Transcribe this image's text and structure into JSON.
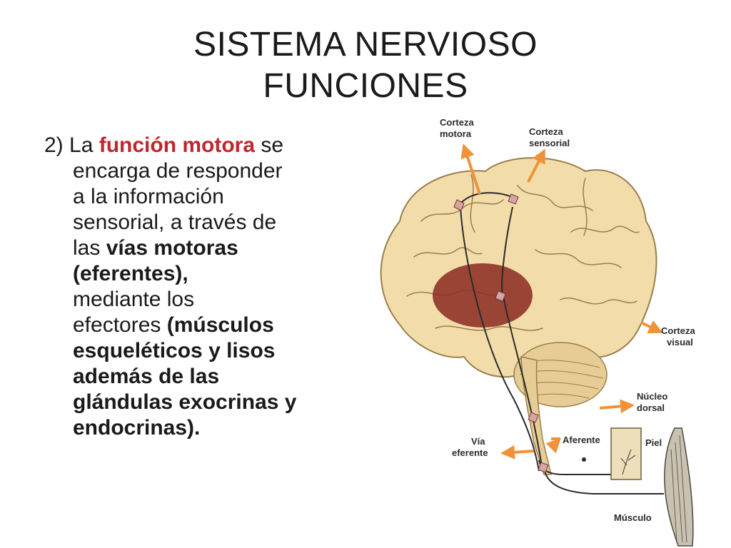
{
  "slide": {
    "title_line1": "SISTEMA NERVIOSO",
    "title_line2": "FUNCIONES"
  },
  "body": {
    "l1_a": "2) La ",
    "l1_b": "función motora",
    "l1_c": " se",
    "l2": "encarga de responder",
    "l3": "a la información",
    "l4": "sensorial, a través de",
    "l5_a": "las ",
    "l5_b": "vías motoras",
    "l6": "(eferentes),",
    "l7": "mediante los",
    "l8_a": "efectores ",
    "l8_b": "(músculos",
    "l9": "esqueléticos y lisos",
    "l10": "además de las",
    "l11": "glándulas exocrinas y",
    "l12": "endocrinas)."
  },
  "diagram": {
    "corteza_motora_1": "Corteza",
    "corteza_motora_2": "motora",
    "corteza_sensorial_1": "Corteza",
    "corteza_sensorial_2": "sensorial",
    "corteza_visual_1": "Corteza",
    "corteza_visual_2": "visual",
    "nucleo_dorsal_1": "Núcleo",
    "nucleo_dorsal_2": "dorsal",
    "via_eferente_1": "Vía",
    "via_eferente_2": "eferente",
    "aferente": "Aferente",
    "piel": "Piel",
    "musculo": "Músculo"
  },
  "colors": {
    "accent_red": "#c0272d",
    "brain_fill": "#f2ddaa",
    "brain_stroke": "#9b7d4a",
    "region": "#8c2f24",
    "arrow": "#f0923a"
  }
}
